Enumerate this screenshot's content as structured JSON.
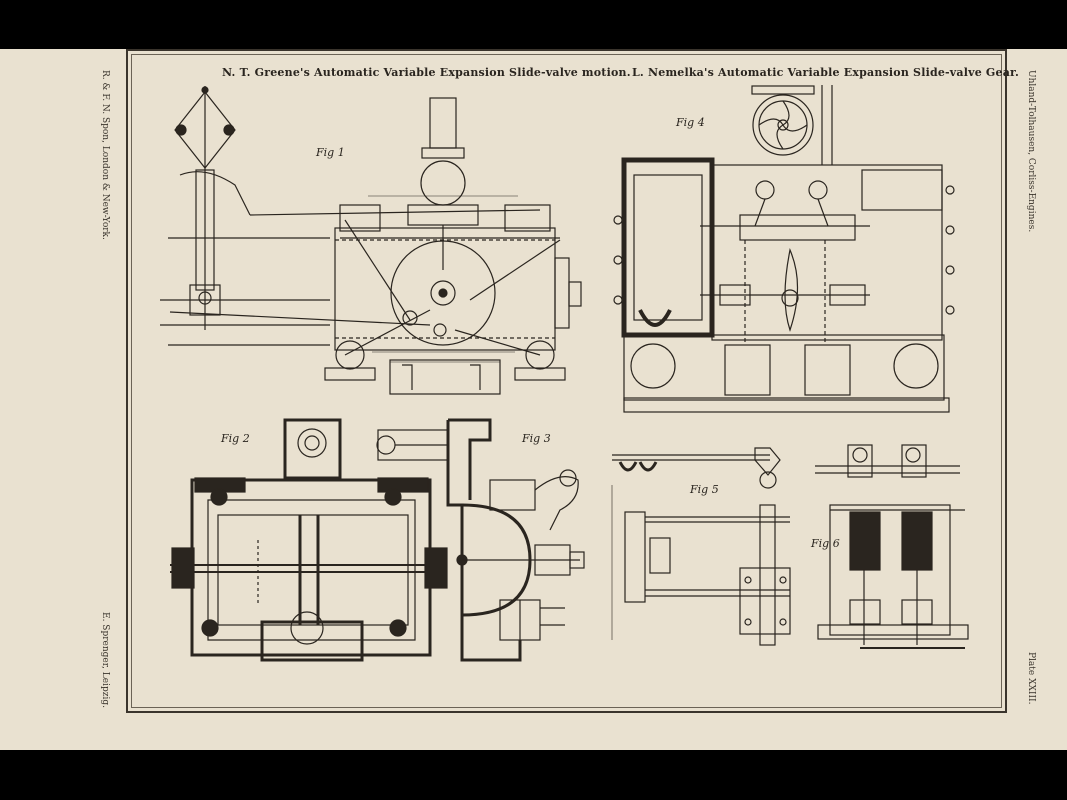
{
  "plate": {
    "title_left": "N. T. Greene's Automatic Variable Expansion Slide-valve motion.",
    "title_right": "L. Nemelka's Automatic Variable Expansion Slide-valve Gear.",
    "side_left_top": "R. & F. N. Spon, London & New-York.",
    "side_left_bottom": "E. Sprenger, Leipzig.",
    "side_right_top": "Uhland-Tolhausen, Corliss-Engines.",
    "side_right_bottom": "Plate XXIII."
  },
  "figures": {
    "fig1": "Fig 1",
    "fig2": "Fig 2",
    "fig3": "Fig 3",
    "fig4": "Fig 4",
    "fig5": "Fig 5",
    "fig6": "Fig 6"
  },
  "colors": {
    "paper": "#e9e1d0",
    "ink": "#2a251f",
    "frame": "#000000"
  }
}
